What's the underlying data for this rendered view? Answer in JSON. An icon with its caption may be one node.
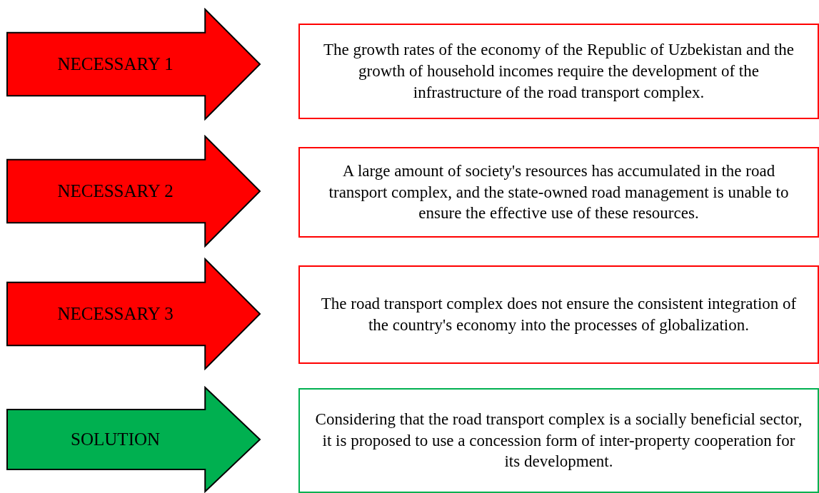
{
  "diagram": {
    "nodes": [
      {
        "text": [
          "NECESSARY 1"
        ]
      },
      {
        "text": [
          "The growth rates of the economy of the Republic of Uzbekistan and the growth of household incomes require the development of the infrastructure of the road transport complex."
        ]
      },
      {
        "text": [
          "NECESSARY 2"
        ]
      },
      {
        "text": [
          "A large amount of society's resources has accumulated in the road transport complex, and the state-owned road management is unable to ensure the effective use of these resources."
        ]
      },
      {
        "text": [
          "NECESSARY 3"
        ]
      },
      {
        "text": [
          "The road transport complex does not ensure the consistent integration of the country's economy into the processes of globalization."
        ]
      },
      {
        "text": [
          "SOLUTION"
        ]
      },
      {
        "text": [
          "Considering that the road transport complex is a socially beneficial sector, it is proposed to use a concession form of inter-property cooperation for its development."
        ]
      }
    ]
  }
}
